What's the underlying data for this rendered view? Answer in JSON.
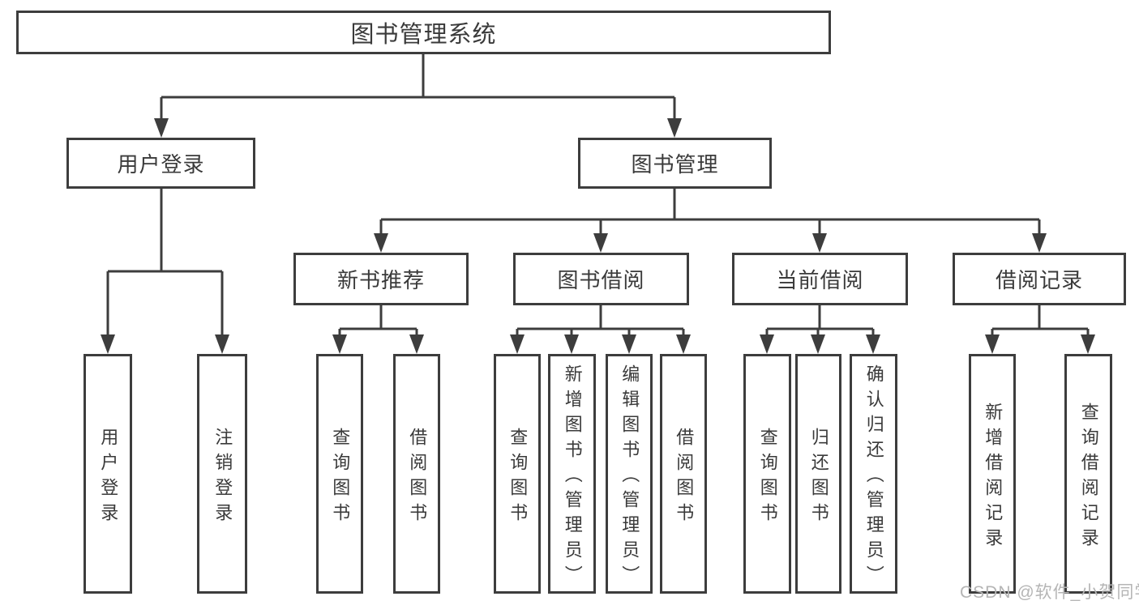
{
  "tree": {
    "root": {
      "label": "图书管理系统"
    },
    "branches": [
      {
        "label": "用户登录",
        "children": [
          {
            "label": "用户登录"
          },
          {
            "label": "注销登录"
          }
        ]
      },
      {
        "label": "图书管理",
        "children": [
          {
            "label": "新书推荐",
            "children": [
              {
                "label": "查询图书"
              },
              {
                "label": "借阅图书"
              }
            ]
          },
          {
            "label": "图书借阅",
            "children": [
              {
                "label": "查询图书"
              },
              {
                "label": "新增图书（管理员）"
              },
              {
                "label": "编辑图书（管理员）"
              },
              {
                "label": "借阅图书"
              }
            ]
          },
          {
            "label": "当前借阅",
            "children": [
              {
                "label": "查询图书"
              },
              {
                "label": "归还图书"
              },
              {
                "label": "确认归还（管理员）"
              }
            ]
          },
          {
            "label": "借阅记录",
            "children": [
              {
                "label": "新增借阅记录"
              },
              {
                "label": "查询借阅记录"
              }
            ]
          }
        ]
      }
    ]
  },
  "watermark": {
    "text": "CSDN @软件_小贺同学"
  },
  "colors": {
    "line": "#3d3d3d",
    "text": "#3a3a3a",
    "box_background": "#ffffff",
    "page_background": "#ffffff",
    "watermark": "#b5b5b5"
  }
}
